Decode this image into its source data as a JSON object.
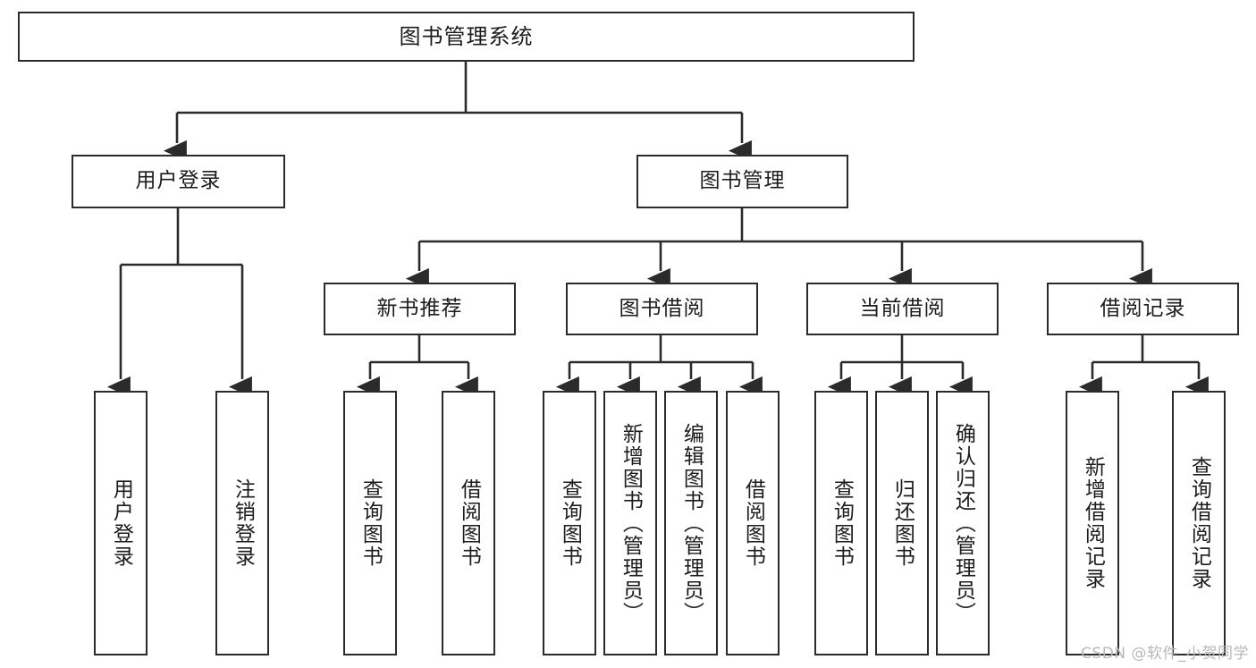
{
  "diagram": {
    "title": "图书管理系统",
    "watermark": "CSDN @软件_小贺同学",
    "stroke_color": "#2b2b2b",
    "background_color": "#ffffff",
    "watermark_color": "#b8b8b8"
  },
  "nodes": {
    "root": {
      "label": "图书管理系统"
    },
    "level2": [
      {
        "id": "user-login",
        "label": "用户登录"
      },
      {
        "id": "book-manage",
        "label": "图书管理"
      }
    ],
    "level3": [
      {
        "id": "new-book-recommend",
        "label": "新书推荐"
      },
      {
        "id": "book-borrow",
        "label": "图书借阅"
      },
      {
        "id": "current-borrow",
        "label": "当前借阅"
      },
      {
        "id": "borrow-record",
        "label": "借阅记录"
      }
    ],
    "leaves": {
      "user-login": [
        {
          "id": "leaf-user-login",
          "label": "用户登录"
        },
        {
          "id": "leaf-user-logout",
          "label": "注销登录"
        }
      ],
      "new-book-recommend": [
        {
          "id": "leaf-query-book-1",
          "label": "查询图书"
        },
        {
          "id": "leaf-borrow-book-1",
          "label": "借阅图书"
        }
      ],
      "book-borrow": [
        {
          "id": "leaf-query-book-2",
          "label": "查询图书"
        },
        {
          "id": "leaf-add-book",
          "label": "新增图书（管理员）"
        },
        {
          "id": "leaf-edit-book",
          "label": "编辑图书（管理员）"
        },
        {
          "id": "leaf-borrow-book-2",
          "label": "借阅图书"
        }
      ],
      "current-borrow": [
        {
          "id": "leaf-query-book-3",
          "label": "查询图书"
        },
        {
          "id": "leaf-return-book",
          "label": "归还图书"
        },
        {
          "id": "leaf-confirm-return",
          "label": "确认归还（管理员）"
        }
      ],
      "borrow-record": [
        {
          "id": "leaf-add-record",
          "label": "新增借阅记录"
        },
        {
          "id": "leaf-query-record",
          "label": "查询借阅记录"
        }
      ]
    }
  }
}
